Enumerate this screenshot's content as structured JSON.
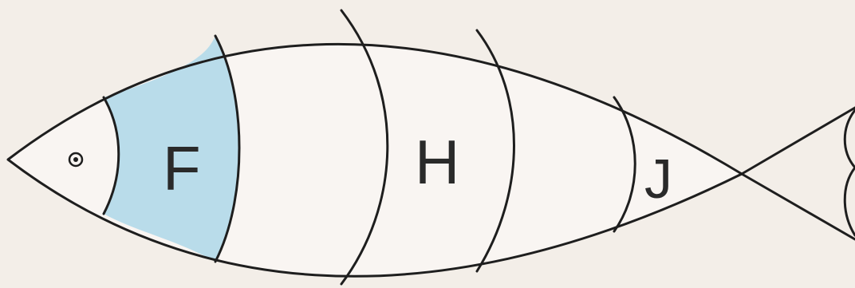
{
  "diagram": {
    "colors": {
      "background": "#f3eee8",
      "body_fill": "#f9f5f2",
      "shaded_section": "#b9dcea",
      "outline": "#1e1e1e"
    },
    "labels": {
      "section_f": "F",
      "section_h": "H",
      "section_j": "J"
    },
    "eye_icon": "eye-icon"
  }
}
